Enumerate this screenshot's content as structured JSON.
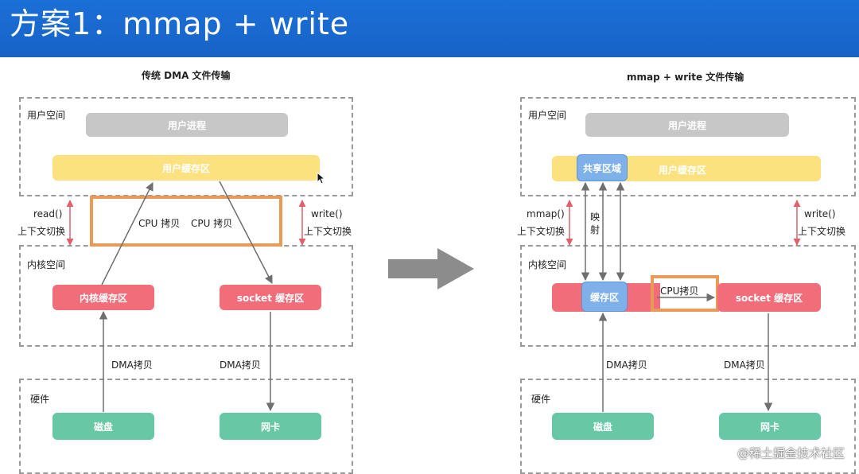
{
  "header": {
    "title": "方案1：mmap + write"
  },
  "left": {
    "title": "传统 DMA 文件传输",
    "user_space_label": "用户空间",
    "kernel_space_label": "内核空间",
    "hardware_label": "硬件",
    "user_process": "用户进程",
    "user_buffer": "用户缓存区",
    "kernel_buffer": "内核缓存区",
    "socket_buffer": "socket 缓存区",
    "disk": "磁盘",
    "nic": "网卡",
    "read_call": "read()",
    "write_call": "write()",
    "ctx_switch_left": "上下文切换",
    "ctx_switch_right": "上下文切换",
    "cpu_copy_1": "CPU 拷贝",
    "cpu_copy_2": "CPU 拷贝",
    "dma_copy_left": "DMA拷贝",
    "dma_copy_right": "DMA拷贝"
  },
  "right": {
    "title": "mmap + write 文件传输",
    "user_space_label": "用户空间",
    "kernel_space_label": "内核空间",
    "hardware_label": "硬件",
    "user_process": "用户进程",
    "shared_region": "共享区域",
    "user_buffer": "用户缓存区",
    "buffer": "缓存区",
    "socket_buffer": "socket 缓存区",
    "disk": "磁盘",
    "nic": "网卡",
    "mmap_call": "mmap()",
    "write_call": "write()",
    "ctx_switch_left": "上下文切换",
    "ctx_switch_right": "上下文切换",
    "mapping_1": "映",
    "mapping_2": "射",
    "cpu_copy": "CPU拷贝",
    "dma_copy_left": "DMA拷贝",
    "dma_copy_right": "DMA拷贝"
  },
  "watermark": "@稀土掘金技术社区",
  "colors": {
    "header_blue": "#1763c6",
    "zone_border": "#9a9a9a",
    "process_gray": "#c7c7c7",
    "buffer_yellow": "#fbe27e",
    "kernel_pink": "#f26d7a",
    "hardware_teal": "#68c7a5",
    "shared_blue": "#7eb1ea",
    "copy_orange": "#e99a56",
    "switch_red": "#e0606a"
  }
}
